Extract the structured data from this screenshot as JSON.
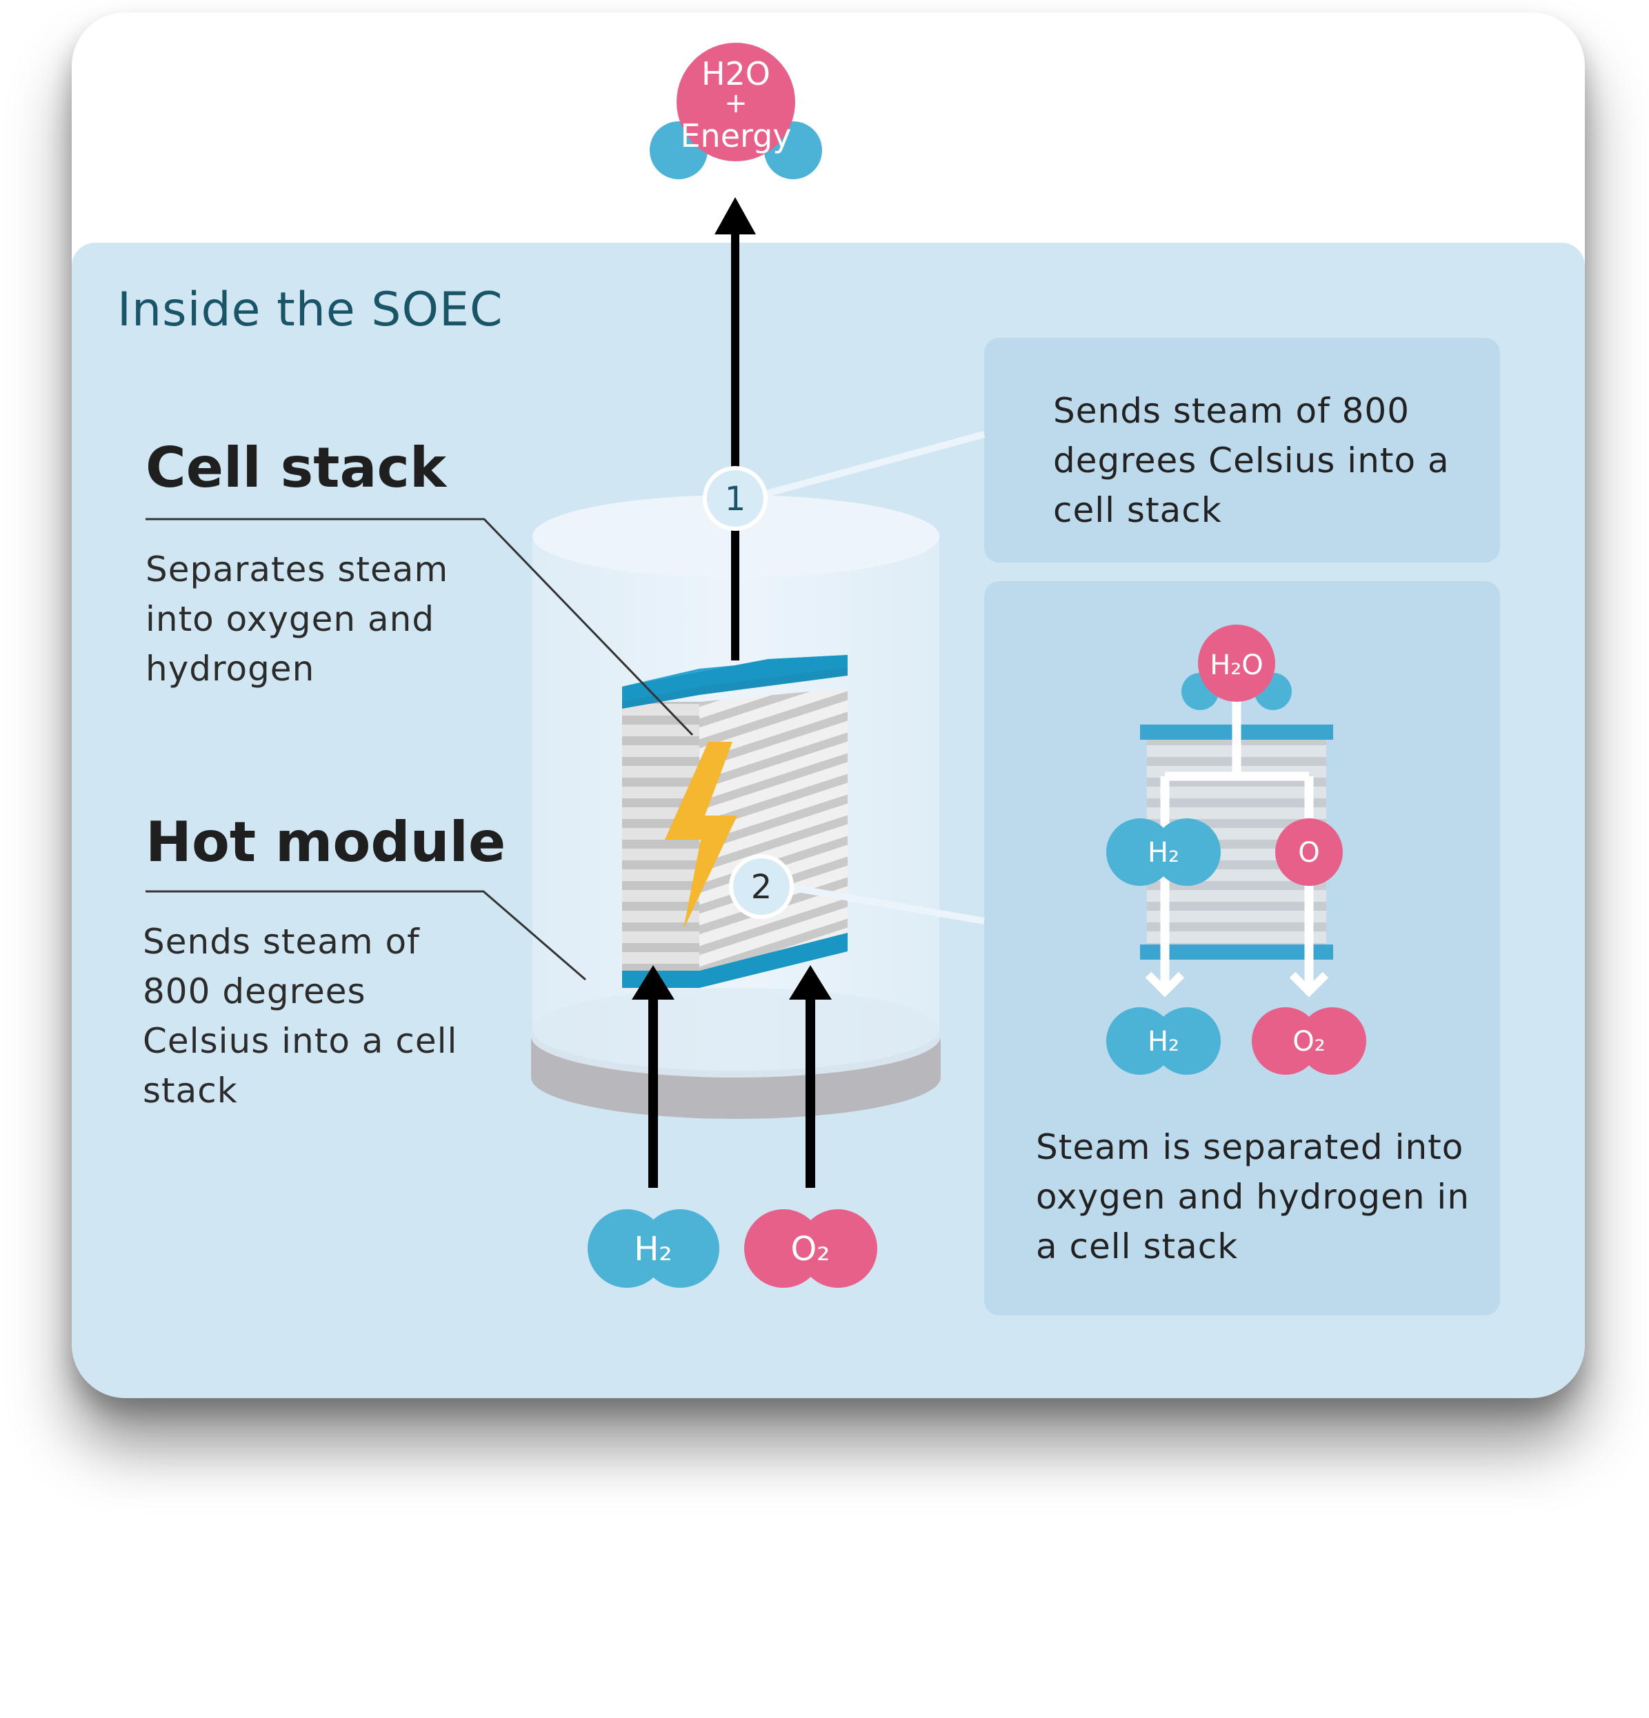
{
  "top_molecule": {
    "line1": "H2O",
    "line2": "+",
    "line3": "Energy"
  },
  "section_title": "Inside the SOEC",
  "cell_stack": {
    "title": "Cell stack",
    "description": "Separates steam into oxygen and hydrogen"
  },
  "hot_module": {
    "title": "Hot module",
    "description": "Sends steam of 800 degrees Celsius into a cell stack"
  },
  "step_markers": {
    "one": "1",
    "two": "2"
  },
  "info_box_1": {
    "text": "Sends steam of 800 degrees Celsius into a cell stack"
  },
  "info_box_2": {
    "steam_label": "H₂O",
    "h2_label": "H₂",
    "o_label": "O",
    "h2_out_label": "H₂",
    "o2_out_label": "O₂",
    "text": "Steam is separated into oxygen and hydrogen in a cell stack"
  },
  "inputs": {
    "h2_label": "H₂",
    "o2_label": "O₂"
  },
  "colors": {
    "panel": "#d1e6f3",
    "box": "#bcdaec",
    "hydrogen_blue": "#4db3d6",
    "oxygen_pink": "#e6608a",
    "accent_teal": "#1a5567",
    "bolt_yellow": "#f5b630",
    "stack_cap": "#1996c4"
  }
}
